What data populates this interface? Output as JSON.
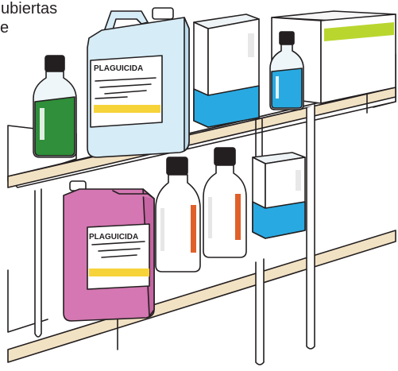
{
  "caption": {
    "line1": "ubiertas",
    "line2": "e"
  },
  "labels": {
    "jug_top": "PLAGUICIDA",
    "jug_bottom": "PLAGUICIDA"
  },
  "icons": {
    "scene": "pesticide-storage-shelf-illustration"
  },
  "colors": {
    "outline": "#231f20",
    "wood": "#f2e2c4",
    "jug_light": "#d6ecf6",
    "jug_pink": "#d477b2",
    "label_yellow": "#f7d33a",
    "blue": "#29a9e1",
    "green": "#2f8f3a",
    "orange_stripe": "#e0602a",
    "lime": "#b9d62f",
    "cap": "#231f20"
  }
}
